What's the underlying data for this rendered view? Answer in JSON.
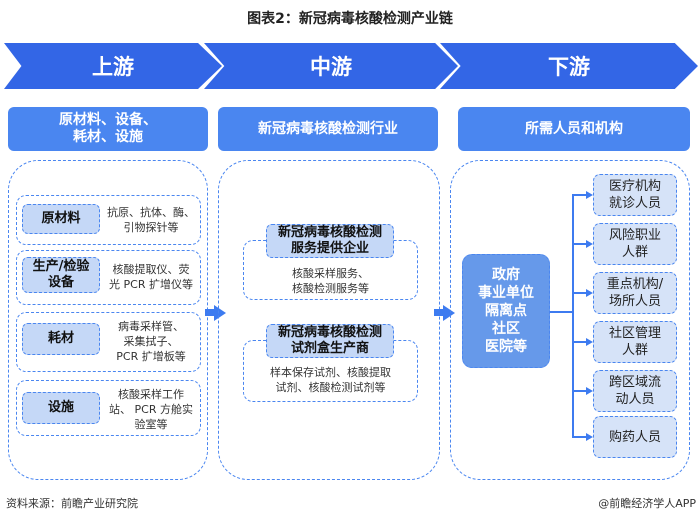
{
  "title": "图表2：新冠病毒核酸检测产业链",
  "stages": [
    {
      "label": "上游"
    },
    {
      "label": "中游"
    },
    {
      "label": "下游"
    }
  ],
  "headers": [
    {
      "label": "原材料、设备、\n耗材、设施"
    },
    {
      "label": "新冠病毒核酸检测行业"
    },
    {
      "label": "所需人员和机构"
    }
  ],
  "upstream": [
    {
      "label": "原材料",
      "desc": "抗原、抗体、酶、\n引物探针等"
    },
    {
      "label": "生产/检验\n设备",
      "desc": "核酸提取仪、荧\n光 PCR 扩增仪等"
    },
    {
      "label": "耗材",
      "desc": "病毒采样管、\n采集拭子、\nPCR 扩增板等"
    },
    {
      "label": "设施",
      "desc": "核酸采样工作\n站、 PCR 方舱实\n验室等"
    }
  ],
  "midstream": [
    {
      "label": "新冠病毒核酸检测\n服务提供企业",
      "desc": "核酸采样服务、\n核酸检测服务等"
    },
    {
      "label": "新冠病毒核酸检测\n试剂盒生产商",
      "desc": "样本保存试剂、核酸提取\n试剂、核酸检测试剂等"
    }
  ],
  "downstream": {
    "organizations": "政府\n事业单位\n隔离点\n社区\n医院等",
    "people": [
      {
        "label": "医疗机构\n就诊人员"
      },
      {
        "label": "风险职业\n人群"
      },
      {
        "label": "重点机构/\n场所人员"
      },
      {
        "label": "社区管理\n人群"
      },
      {
        "label": "跨区域流\n动人员"
      },
      {
        "label": "购药人员"
      }
    ]
  },
  "footer": {
    "source": "资料来源：前瞻产业研究院",
    "credit": "@前瞻经济学人APP"
  },
  "colors": {
    "stage_blue": "#3366e6",
    "header_blue": "#4a86f0",
    "chip_light": "#c5d8f7",
    "org_blue": "#6699ea"
  }
}
